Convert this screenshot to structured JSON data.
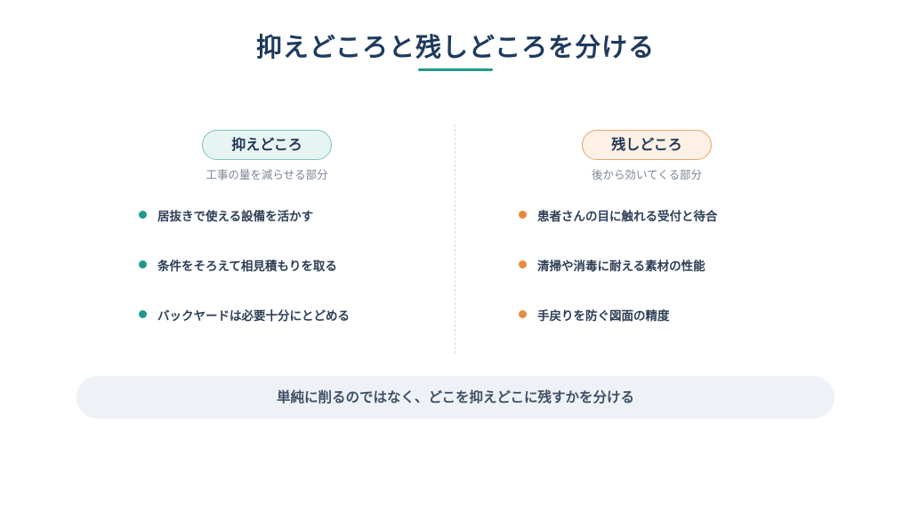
{
  "title": "抑えどころと残しどころを分ける",
  "colors": {
    "accent_teal": "#21998a",
    "accent_orange": "#e58a3e",
    "title": "#1e3a5c"
  },
  "left": {
    "label": "抑えどころ",
    "subtitle": "工事の量を減らせる部分",
    "items": [
      "居抜きで使える設備を活かす",
      "条件をそろえて相見積もりを取る",
      "バックヤードは必要十分にとどめる"
    ]
  },
  "right": {
    "label": "残しどころ",
    "subtitle": "後から効いてくる部分",
    "items": [
      "患者さんの目に触れる受付と待合",
      "清掃や消毒に耐える素材の性能",
      "手戻りを防ぐ図面の精度"
    ]
  },
  "banner": "単純に削るのではなく、どこを抑えどこに残すかを分ける"
}
